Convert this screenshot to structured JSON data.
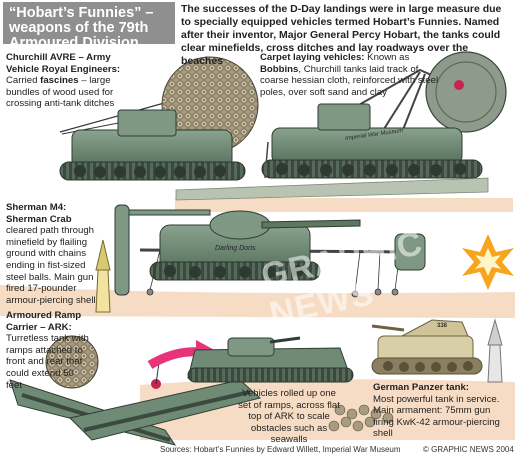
{
  "title": {
    "line1": "“Hobart’s Funnies” –",
    "line2": "weapons of the 79th",
    "line3": "Armoured Division"
  },
  "intro": "The successes of the D-Day landings were in large measure due to specially equipped vehicles termed Hobart’s Funnies. Named after their inventor, Major General Percy Hobart, the tanks could clear minefields, cross ditches and lay roadways over the beaches",
  "churchill": {
    "heading": "Churchill AVRE – Army Vehicle Royal Engineers:",
    "body_pre": "Carried ",
    "body_bold": "fascines",
    "body_post": " – large bundles of wood used for crossing anti-tank ditches"
  },
  "carpet": {
    "heading": "Carpet laying vehicles:",
    "body_pre": " Known as ",
    "body_bold": "Bobbins",
    "body_post": ", Churchill tanks laid track of coarse hessian cloth, reinforced with steel poles, over soft sand and clay",
    "hull_text": "Imperial War Museum"
  },
  "sherman": {
    "heading1": "Sherman M4:",
    "heading2": "Sherman Crab",
    "body": "cleared path through minefield by flailing ground with chains ending in fist-sized steel balls. Main gun fired 17-pounder armour-piercing shell",
    "hull_text": "Darling Doris"
  },
  "ark": {
    "heading": "Armoured Ramp Carrier – ARK:",
    "body": "Turretless tank with ramps attached to front and rear that could extend 50 feet",
    "caption": "Vehicles rolled up one set of ramps, across flat top of ARK to scale obstacles such as seawalls"
  },
  "panzer": {
    "heading": "German Panzer tank:",
    "body": "Most powerful tank in service. Main armament: 75mm gun firing KwK-42 armour-piercing shell",
    "turret_number": "338"
  },
  "watermark": "GRAPHIC NEWS",
  "footer": {
    "sources": "Sources: Hobart’s Funnies by Edward Willett, Imperial War Museum",
    "copyright": "© GRAPHIC NEWS 2004"
  },
  "colors": {
    "title_bg": "#8f8f8f",
    "tank_green": "#6f8a75",
    "tank_dark": "#3e5245",
    "sand": "#f6dcc4",
    "fascine": "#b5a98c",
    "arrow": "#e8327a",
    "flash": "#f7a51c",
    "shell": "#f2e3a0"
  }
}
